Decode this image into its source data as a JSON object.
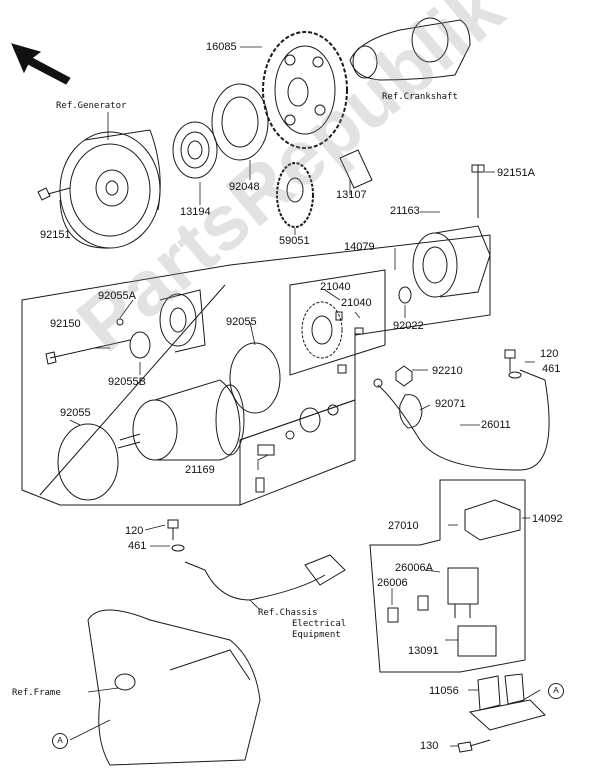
{
  "parts": {
    "p16085": "16085",
    "p92151": "92151",
    "p13194": "13194",
    "p92048": "92048",
    "p13107": "13107",
    "p59051": "59051",
    "p92151A": "92151A",
    "p21163": "21163",
    "p14079": "14079",
    "p21040a": "21040",
    "p21040b": "21040",
    "p92055A": "92055A",
    "p92150": "92150",
    "p92055a": "92055",
    "p92055B": "92055B",
    "p92022": "92022",
    "p120a": "120",
    "p461a": "461",
    "p92210": "92210",
    "p92071": "92071",
    "p26011": "26011",
    "p92055b": "92055",
    "p21169": "21169",
    "p14092": "14092",
    "p27010": "27010",
    "p120b": "120",
    "p461b": "461",
    "p26006A": "26006A",
    "p26006": "26006",
    "p13091": "13091",
    "p11056": "11056",
    "p130": "130"
  },
  "refs": {
    "generator": "Ref.Generator",
    "crankshaft": "Ref.Crankshaft",
    "chassis_line1": "Ref.Chassis",
    "chassis_line2": "Electrical",
    "chassis_line3": "Equipment",
    "frame": "Ref.Frame"
  },
  "markers": {
    "a1": "A",
    "a2": "A"
  },
  "watermark": "PartsRepublik"
}
